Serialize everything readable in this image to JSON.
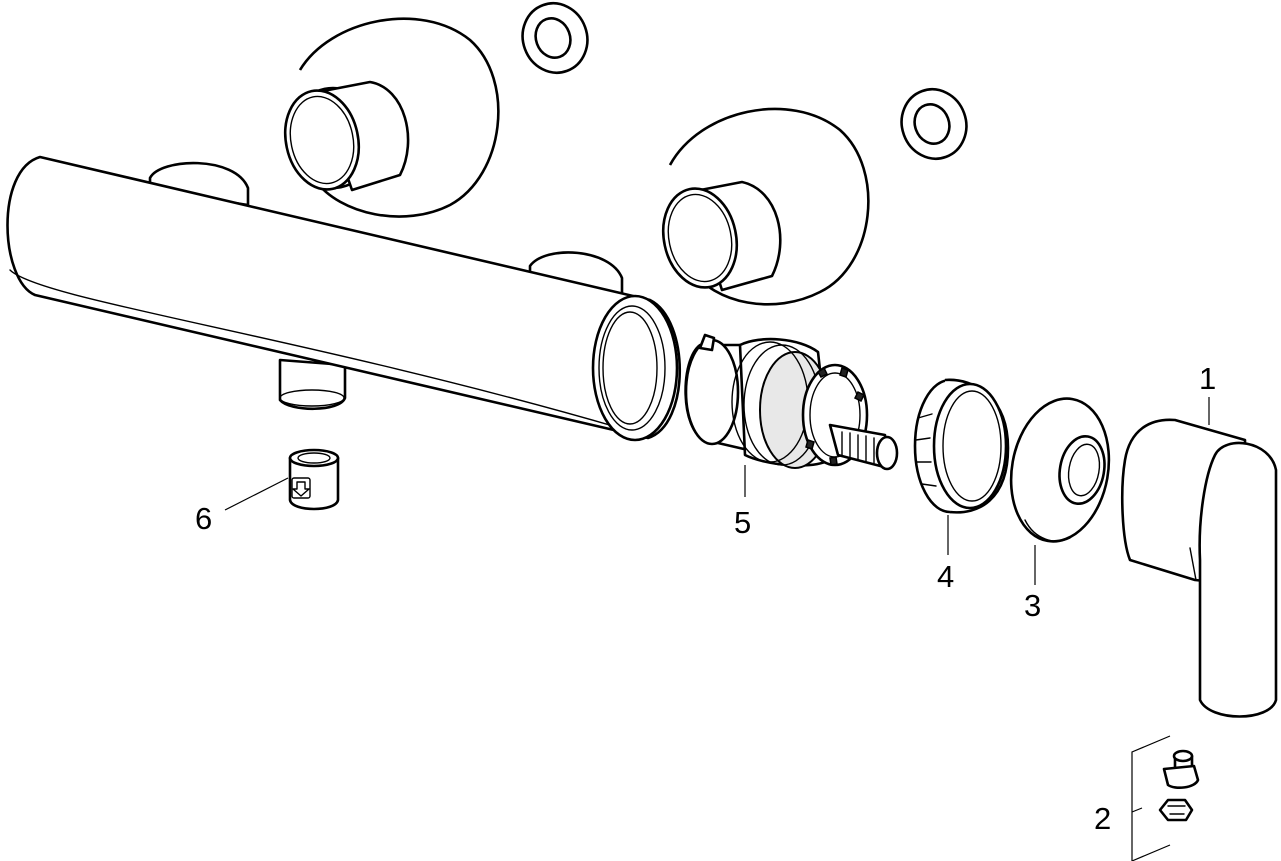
{
  "callouts": [
    {
      "id": "part-1",
      "label": "1"
    },
    {
      "id": "part-2",
      "label": "2"
    },
    {
      "id": "part-3",
      "label": "3"
    },
    {
      "id": "part-4",
      "label": "4"
    },
    {
      "id": "part-5",
      "label": "5"
    },
    {
      "id": "part-6",
      "label": "6"
    }
  ],
  "icons": {
    "flow_arrow": "down-arrow-icon"
  },
  "colors": {
    "line": "#000000",
    "background": "#ffffff",
    "shade": "#e8e8e8"
  }
}
